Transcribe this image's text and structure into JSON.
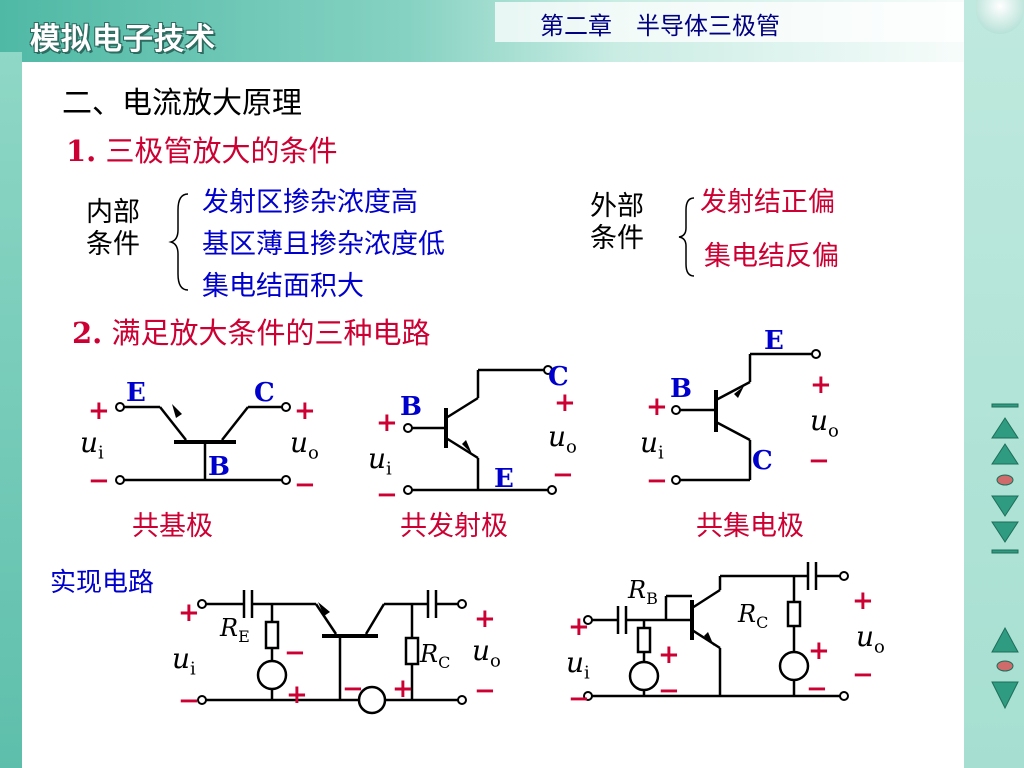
{
  "header": {
    "logo_text": "模拟电子技术",
    "chapter": "第二章　半导体三极管"
  },
  "section": {
    "title": "二、电流放大原理",
    "sub1_num": "1.",
    "sub1_text": "三极管放大的条件",
    "internal_label_1": "内部",
    "internal_label_2": "条件",
    "internal_items": [
      "发射区掺杂浓度高",
      "基区薄且掺杂浓度低",
      "集电结面积大"
    ],
    "external_label_1": "外部",
    "external_label_2": "条件",
    "external_items": [
      "发射结正偏",
      "集电结反偏"
    ],
    "sub2_num": "2.",
    "sub2_text": "满足放大条件的三种电路",
    "circuit_names": [
      "共基极",
      "共发射极",
      "共集电极"
    ],
    "realize_label": "实现电路"
  },
  "circuit_labels": {
    "E": "E",
    "B": "B",
    "C": "C",
    "plus": "+",
    "minus": "−",
    "u": "u",
    "i": "i",
    "o": "o",
    "R": "R"
  },
  "colors": {
    "text_red": "#cc0033",
    "text_blue": "#0000cc",
    "header_green": "#4fb9a5",
    "nav_green": "#2f9b80"
  },
  "nav_icons": [
    "line-icon",
    "triangle-up-icon",
    "triangle-up-icon",
    "dot-icon",
    "triangle-down-icon",
    "triangle-down-icon",
    "line-icon",
    "triangle-up-icon",
    "dot-icon",
    "triangle-down-icon"
  ]
}
